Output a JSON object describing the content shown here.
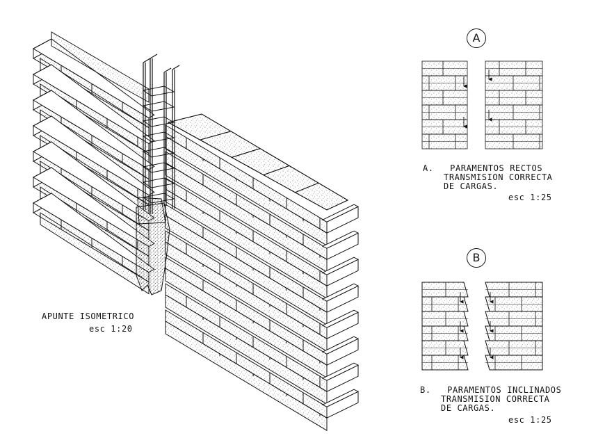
{
  "isometric": {
    "title": "APUNTE ISOMETRICO",
    "scale": "esc 1:20"
  },
  "detail_a": {
    "marker": "A",
    "caption_line1": "A.   PARAMENTOS RECTOS",
    "caption_line2": "TRANSMISION CORRECTA",
    "caption_line3": "DE CARGAS.",
    "scale": "esc 1:25"
  },
  "detail_b": {
    "marker": "B",
    "caption_line1": "B.   PARAMENTOS INCLINADOS",
    "caption_line2": "TRANSMISION CORRECTA",
    "caption_line3": "DE CARGAS.",
    "scale": "esc 1:25"
  }
}
